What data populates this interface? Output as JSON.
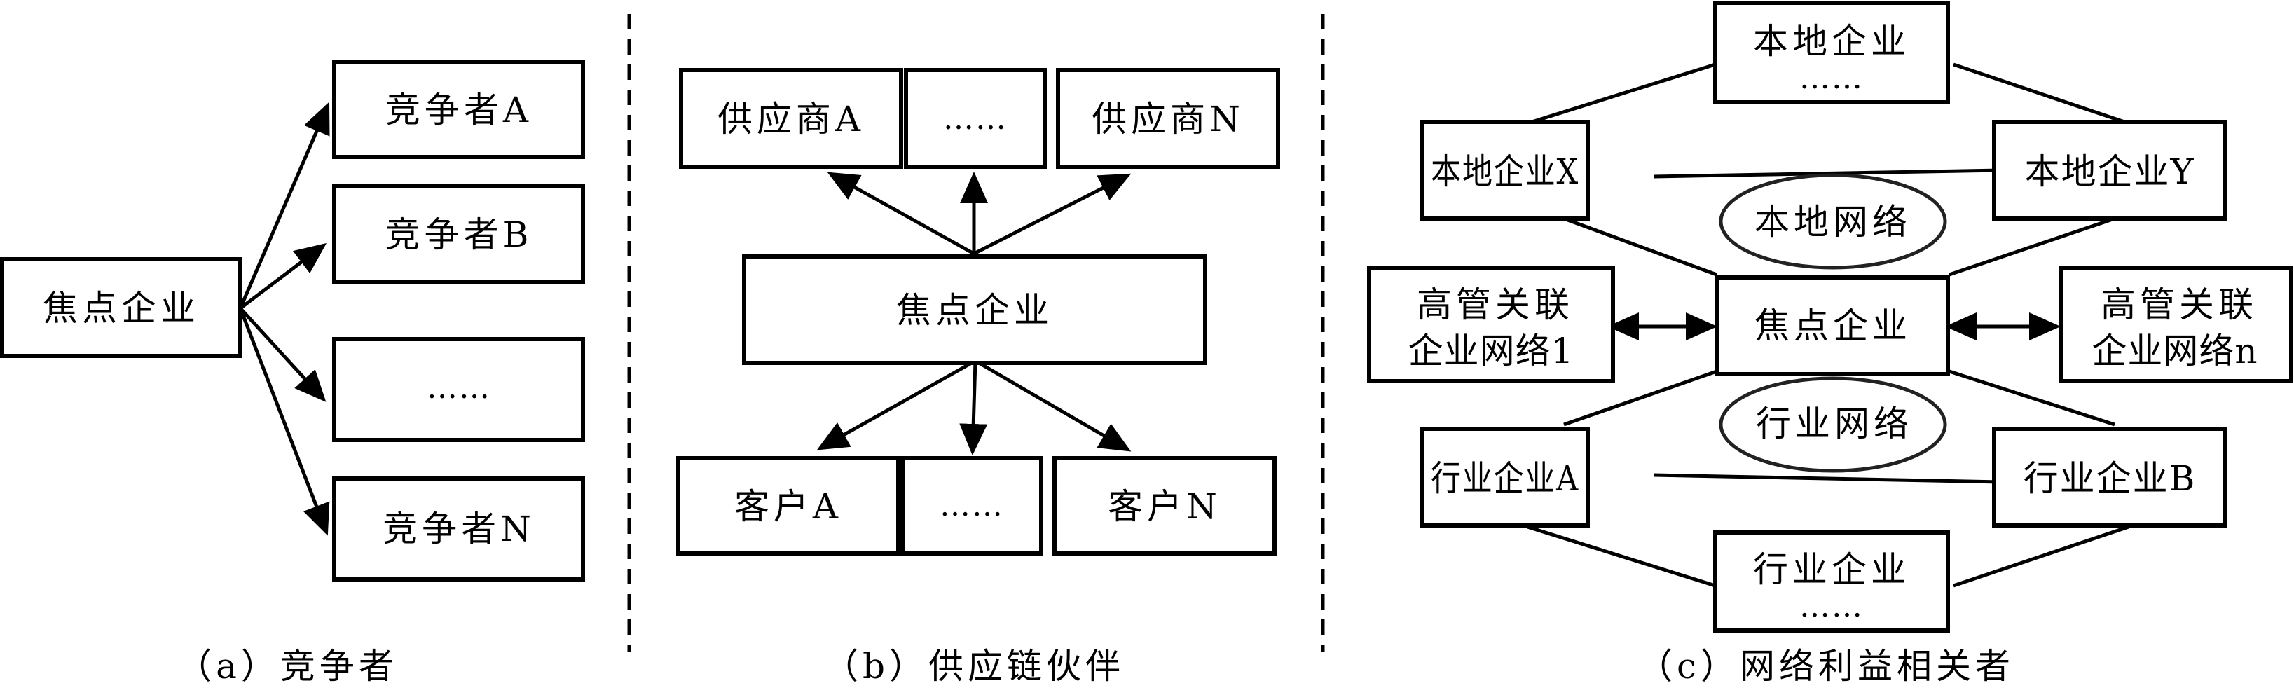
{
  "figure": {
    "panels": [
      {
        "id": "a",
        "caption": "（a）竞争者",
        "focal": "焦点企业",
        "nodes": [
          "竞争者A",
          "竞争者B",
          "……",
          "竞争者N"
        ]
      },
      {
        "id": "b",
        "caption": "（b）供应链伙伴",
        "focal": "焦点企业",
        "suppliers": [
          "供应商A",
          "……",
          "供应商N"
        ],
        "customers": [
          "客户A",
          "……",
          "客户N"
        ]
      },
      {
        "id": "c",
        "caption": "（c）网络利益相关者",
        "focal": "焦点企业",
        "local_top": [
          "本地企业",
          "……"
        ],
        "local_x": "本地企业X",
        "local_y": "本地企业Y",
        "local_network": "本地网络",
        "exec_left": [
          "高管关联",
          "企业网络1"
        ],
        "exec_right": [
          "高管关联",
          "企业网络n"
        ],
        "industry_network": "行业网络",
        "industry_a": "行业企业A",
        "industry_b": "行业企业B",
        "industry_bottom": [
          "行业企业",
          "……"
        ]
      }
    ]
  }
}
